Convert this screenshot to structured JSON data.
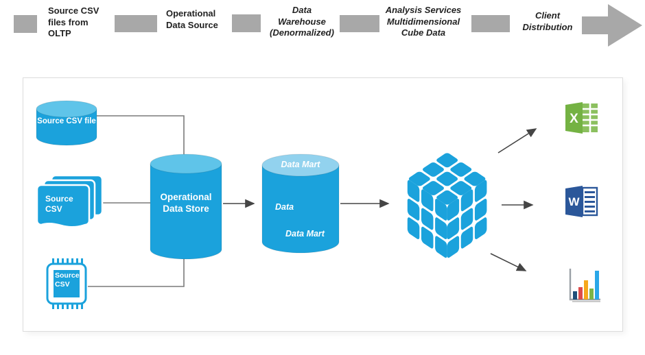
{
  "header": {
    "steps": [
      {
        "label": "Source CSV\nfiles from\nOLTP"
      },
      {
        "label": "Operational\nData Source"
      },
      {
        "label": "Data\nWarehouse\n(Denormalized)"
      },
      {
        "label": "Analysis Services\nMultidimensional\nCube Data"
      },
      {
        "label": "Client\nDistribution"
      }
    ]
  },
  "diagram": {
    "source_csv_file": {
      "label": "Source CSV file"
    },
    "source_csv_stack": {
      "label": "Source\nCSV"
    },
    "source_csv_chip": {
      "label": "Source\nCSV"
    },
    "operational_data_store": {
      "label": "Operational\nData Store"
    },
    "data_warehouse": {
      "top_label": "Data Mart",
      "mid_label": "Data",
      "bottom_label": "Data Mart"
    },
    "clients": {
      "excel_letter": "X",
      "word_letter": "W"
    }
  },
  "colors": {
    "accent": "#1BA2DC",
    "cylTop": "#5FC4E9",
    "dmTop": "#92D2EE",
    "stepGray": "#A8A8A8",
    "connector": "#7A7A7A",
    "arrow": "#454545",
    "boxBorder": "#DCDCDC",
    "excelGreen": "#74B243",
    "excelGrid": "#8CC05F",
    "wordBlue": "#2B579A",
    "chartNavy": "#1F4E79",
    "chartRed": "#DD4B4B",
    "chartOrange": "#F6A81C",
    "chartGreen": "#7CB547",
    "chartBlue": "#2AA7E8",
    "axisGray": "#9AA0A6"
  }
}
